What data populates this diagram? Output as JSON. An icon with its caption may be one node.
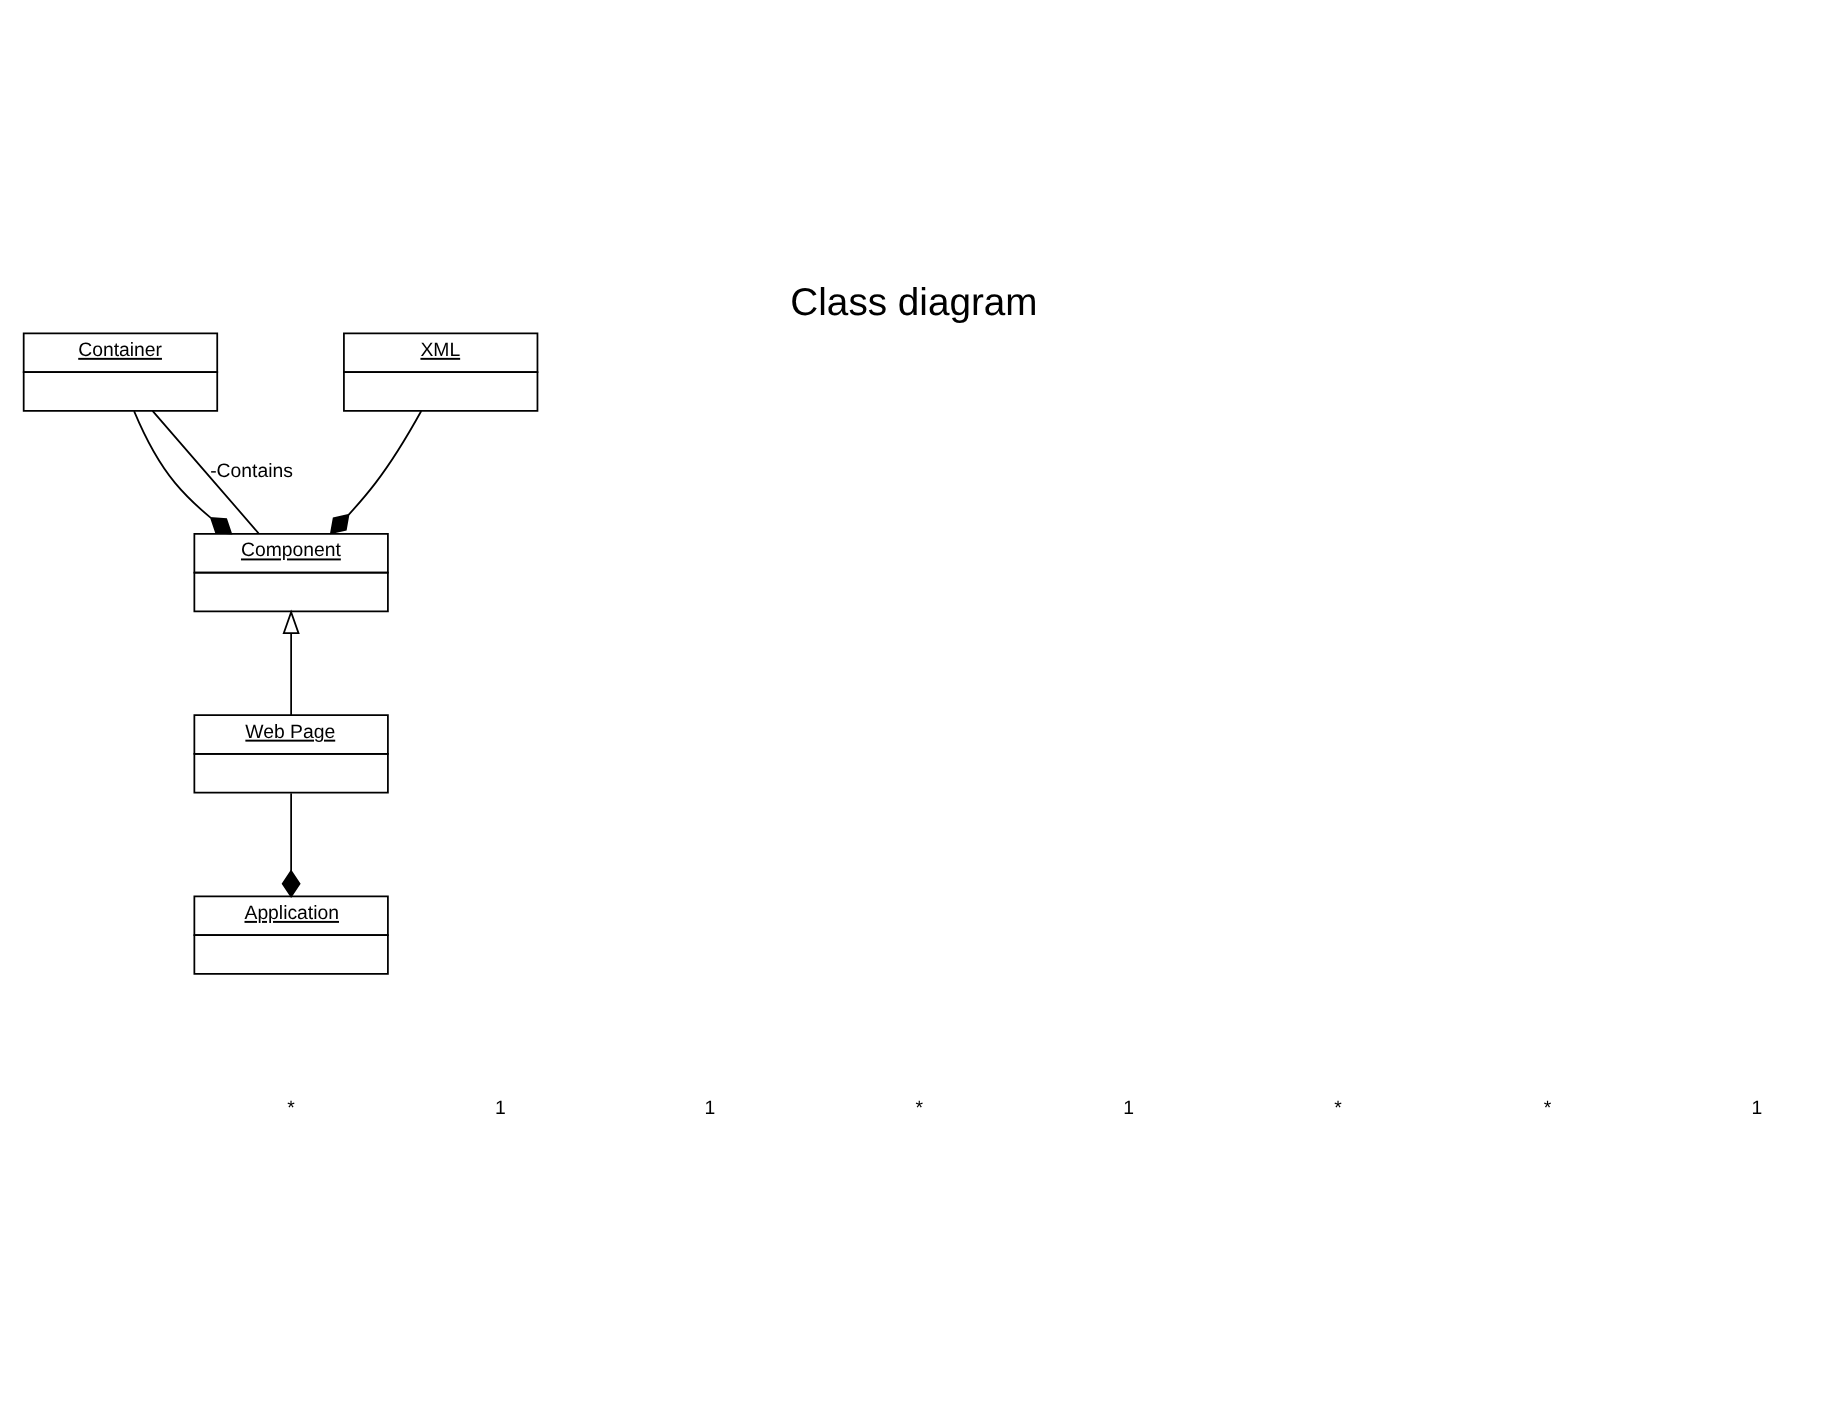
{
  "diagram": {
    "title": "Class diagram",
    "nodes": [
      {
        "text": [
          "Container"
        ]
      },
      {
        "text": [
          "Component"
        ]
      },
      {
        "text": [
          "XML"
        ]
      },
      {
        "text": [
          "Web Page"
        ]
      },
      {
        "text": [
          "Application"
        ]
      }
    ],
    "edges": [
      {
        "from": 0,
        "to": 1,
        "arrow": "other"
      },
      {
        "from": 0,
        "to": 1,
        "arrow": "none",
        "label": "-Contains"
      },
      {
        "from": 2,
        "to": 1,
        "arrow": "other"
      },
      {
        "from": 3,
        "to": 1,
        "arrow": "to"
      },
      {
        "from": 3,
        "to": 4,
        "arrow": "other"
      }
    ],
    "labels": [
      "*",
      "1",
      "1",
      "*",
      "1",
      "*",
      "*",
      "1"
    ]
  }
}
